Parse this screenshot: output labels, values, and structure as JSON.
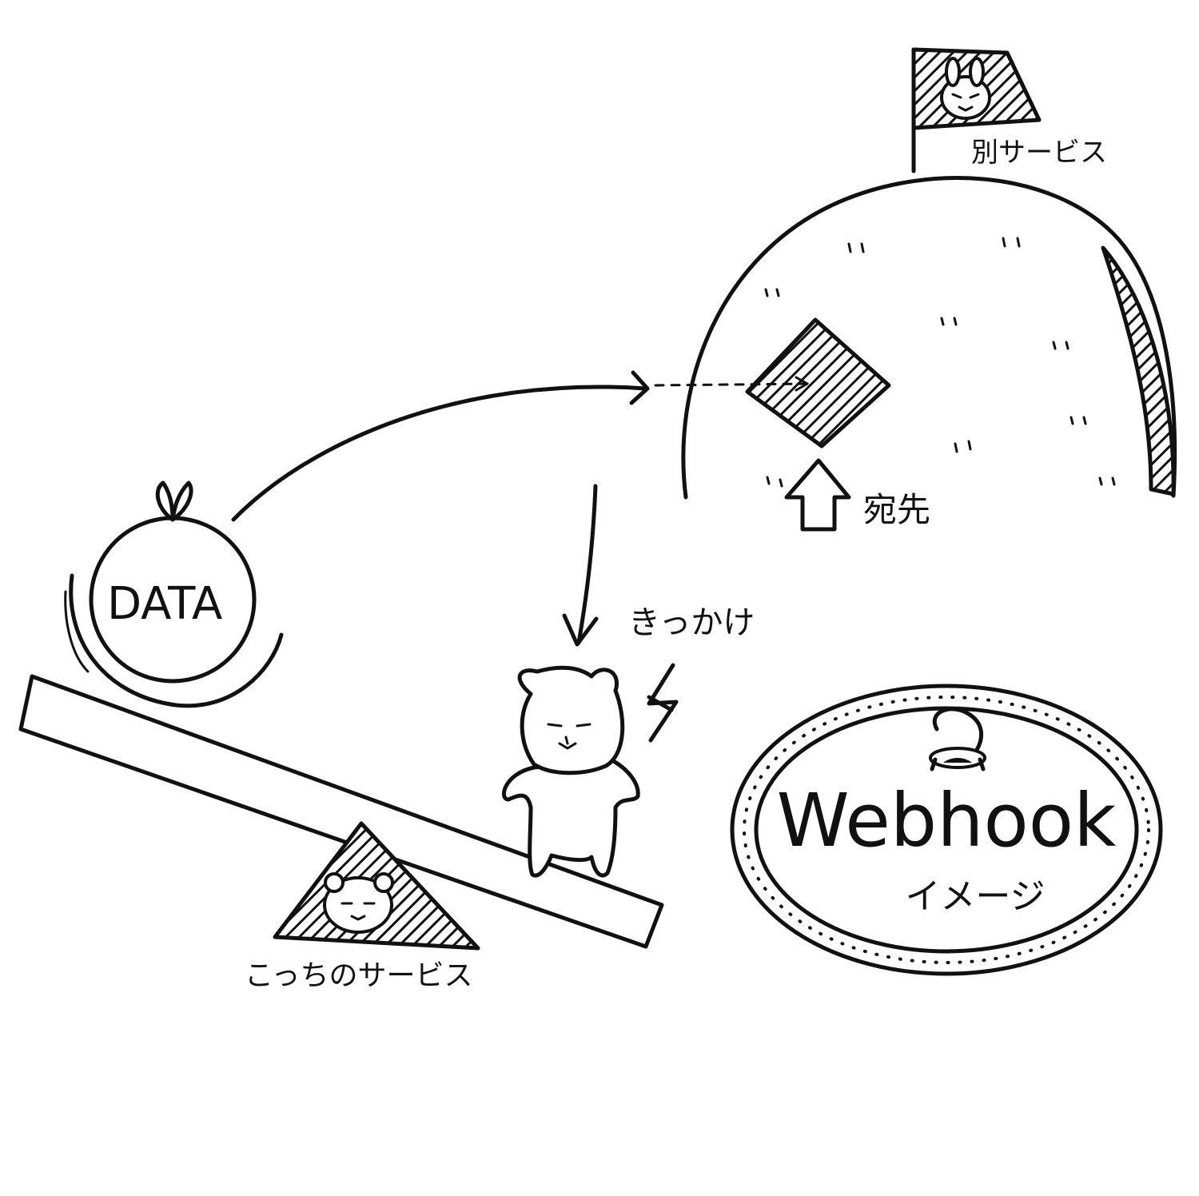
{
  "labels": {
    "flag_label": "別サービス",
    "destination": "宛先",
    "data_ball": "DATA",
    "trigger": "きっかけ",
    "this_service": "こっちのサービス",
    "webhook_title": "Webhook",
    "webhook_subtitle": "イメージ"
  },
  "icons": {
    "rabbit": "rabbit-face-icon",
    "bear": "bear-icon",
    "hook": "hook-icon",
    "lightning": "lightning-icon"
  },
  "colors": {
    "ink": "#111111",
    "paper": "#ffffff"
  }
}
